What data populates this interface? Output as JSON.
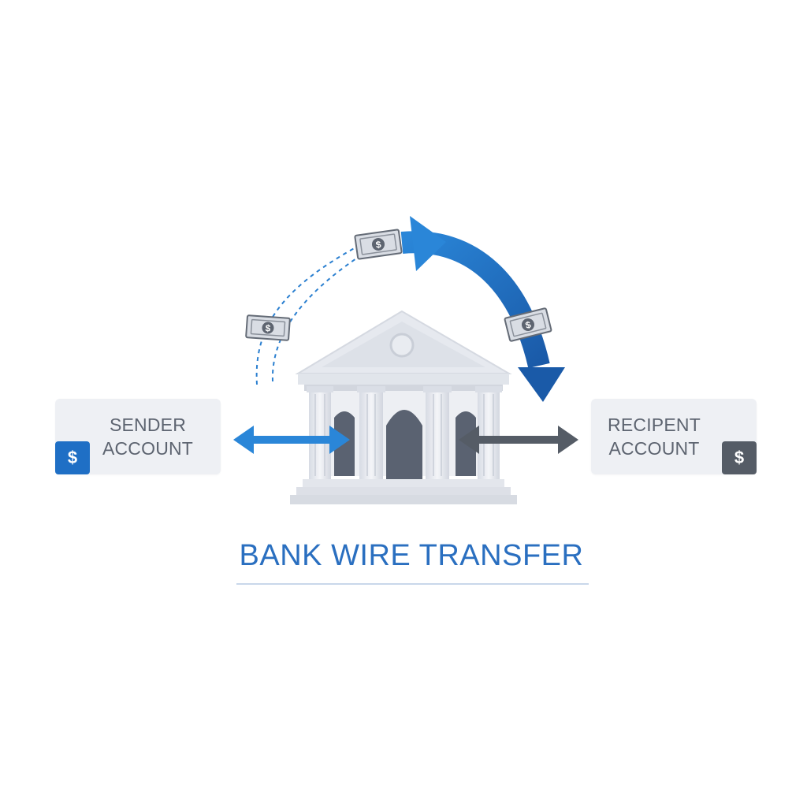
{
  "sender": {
    "line1": "SENDER",
    "line2": "ACCOUNT",
    "badge_symbol": "$"
  },
  "recipient": {
    "line1": "RECIPENT",
    "line2": "ACCOUNT",
    "badge_symbol": "$"
  },
  "banknote_symbol": "$",
  "title": "BANK WIRE TRANSFER",
  "colors": {
    "accent_blue": "#1f6fc5",
    "dark_blue": "#1a5aa8",
    "dark_gray": "#555c66",
    "building_light": "#e4e7ee",
    "building_dark": "#596170",
    "title_blue": "#2a6fc0"
  }
}
